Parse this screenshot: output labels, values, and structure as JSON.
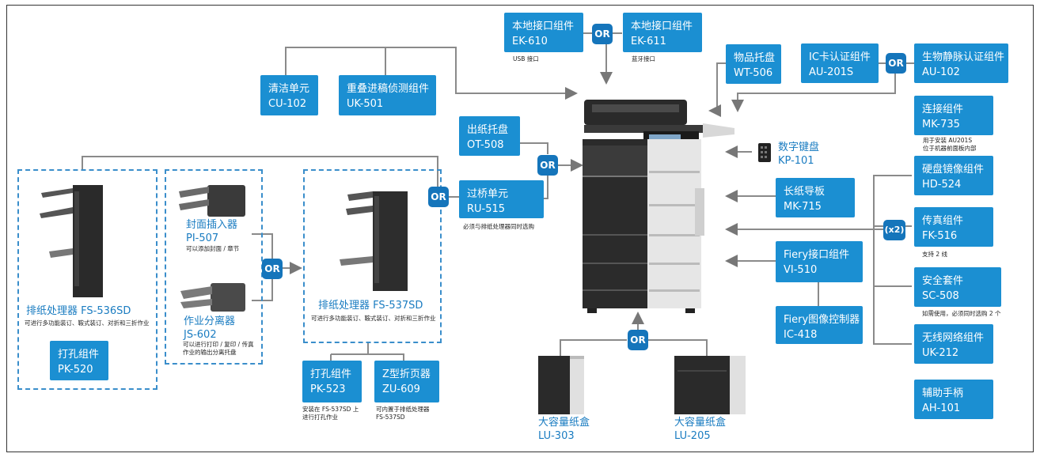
{
  "boxes": {
    "ek610": {
      "name": "本地接口组件",
      "model": "EK-610"
    },
    "ek611": {
      "name": "本地接口组件",
      "model": "EK-611"
    },
    "cu102": {
      "name": "清洁单元",
      "model": "CU-102"
    },
    "uk501": {
      "name": "重叠进稿侦测组件",
      "model": "UK-501"
    },
    "wt506": {
      "name": "物品托盘",
      "model": "WT-506"
    },
    "au201s": {
      "name": "IC卡认证组件",
      "model": "AU-201S"
    },
    "au102": {
      "name": "生物静脉认证组件",
      "model": "AU-102"
    },
    "mk735": {
      "name": "连接组件",
      "model": "MK-735"
    },
    "ot508": {
      "name": "出纸托盘",
      "model": "OT-508"
    },
    "ru515": {
      "name": "过桥单元",
      "model": "RU-515"
    },
    "hd524": {
      "name": "硬盘镜像组件",
      "model": "HD-524"
    },
    "mk715": {
      "name": "长纸导板",
      "model": "MK-715"
    },
    "fk516": {
      "name": "传真组件",
      "model": "FK-516"
    },
    "vi510": {
      "name": "Fiery接口组件",
      "model": "VI-510"
    },
    "sc508": {
      "name": "安全套件",
      "model": "SC-508"
    },
    "ic418": {
      "name": "Fiery图像控制器",
      "model": "IC-418"
    },
    "uk212": {
      "name": "无线网络组件",
      "model": "UK-212"
    },
    "ah101": {
      "name": "辅助手柄",
      "model": "AH-101"
    },
    "pk520": {
      "name": "打孔组件",
      "model": "PK-520"
    },
    "pk523": {
      "name": "打孔组件",
      "model": "PK-523"
    },
    "zu609": {
      "name": "Z型折页器",
      "model": "ZU-609"
    }
  },
  "or_label": "OR",
  "x2_label": "(x2)",
  "notes": {
    "ek610": "USB 接口",
    "ek611": "蓝牙接口",
    "mk735_line1": "用于安装 AU201S",
    "mk735_line2": "位于机器前面板内部",
    "ru515": "必须与排纸处理器同时选购",
    "fk516": "支持 2 线",
    "sc508": "如需使用，必须同时选购 2 个",
    "fs536sd": "可进行多功能装订、鞍式装订、对折和三折作业",
    "pi507": "可以添加封面 / 章节",
    "js602_line1": "可以进行打印 / 复印 / 传真",
    "js602_line2": "作业的输出分离托盘",
    "fs537sd": "可进行多功能装订、鞍式装订、对折和三折作业",
    "pk523_line1": "安装在 FS-537SD 上",
    "pk523_line2": "进行打孔作业",
    "zu609_line1": "可内置于排纸处理器",
    "zu609_line2": "FS-537SD"
  },
  "labels": {
    "kp101": {
      "name": "数字键盘",
      "model": "KP-101"
    },
    "fs536sd": {
      "name": "排纸处理器 FS-536SD"
    },
    "pi507": {
      "name": "封面插入器",
      "model": "PI-507"
    },
    "js602": {
      "name": "作业分离器",
      "model": "JS-602"
    },
    "fs537sd": {
      "name": "排纸处理器  FS-537SD"
    },
    "lu303": {
      "name": "大容量纸盒",
      "model": "LU-303"
    },
    "lu205": {
      "name": "大容量纸盒",
      "model": "LU-205"
    }
  },
  "colors": {
    "box": "#1b8fd2",
    "or": "#1575bb",
    "label": "#1a7cc1",
    "dashed": "#3a8ecb",
    "line": "#888888"
  }
}
